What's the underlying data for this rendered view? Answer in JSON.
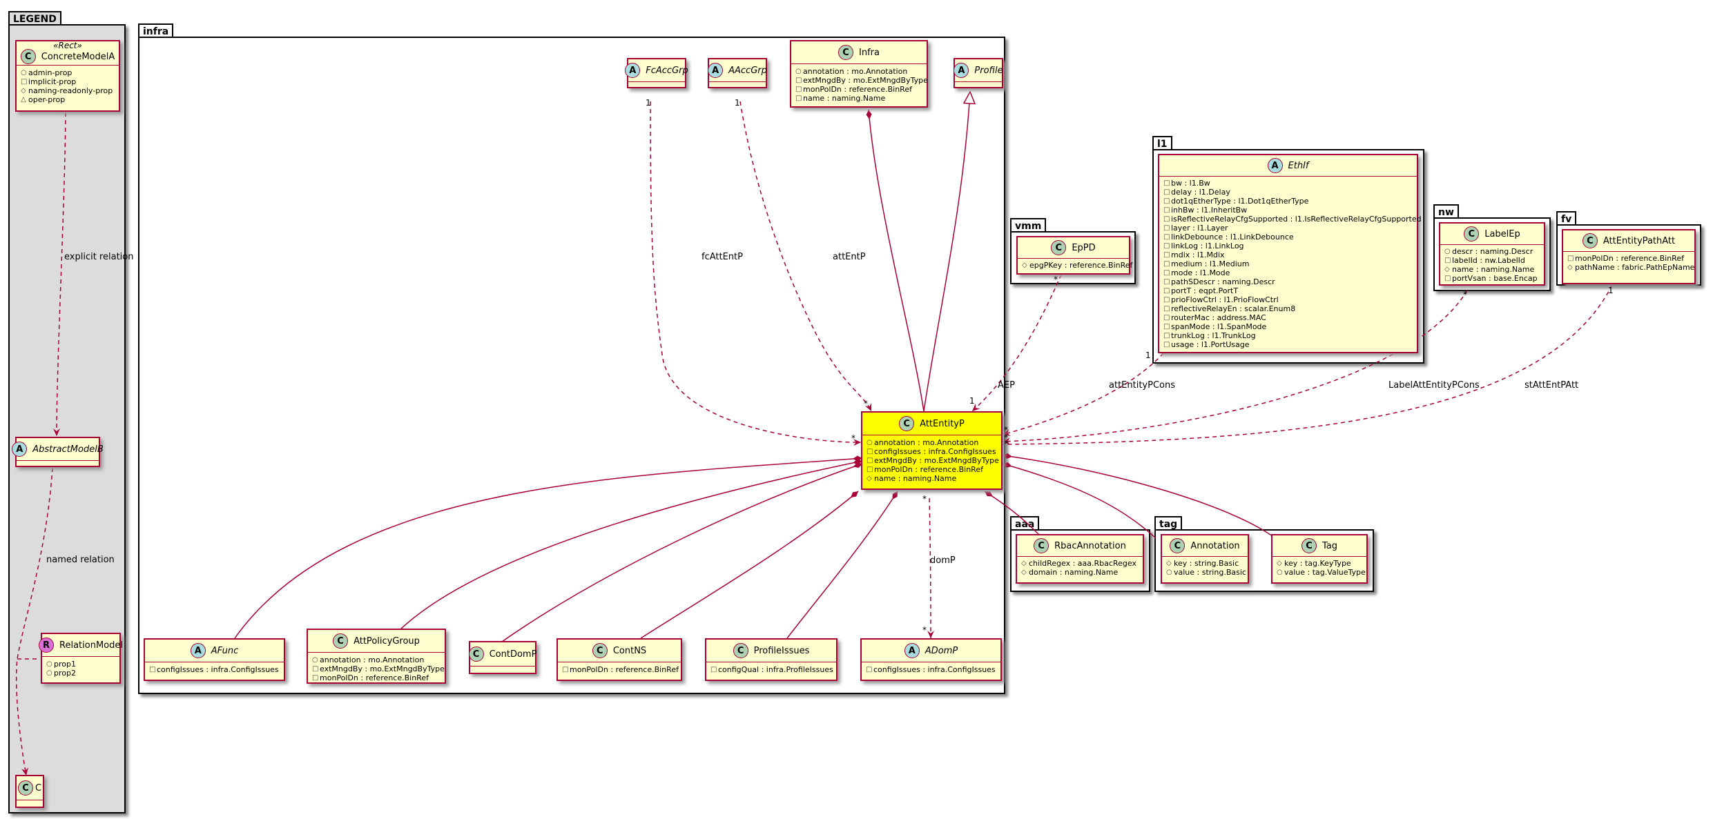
{
  "packages": {
    "legend": "LEGEND",
    "infra": "infra",
    "vmm": "vmm",
    "l1": "l1",
    "nw": "nw",
    "fv": "fv",
    "aaa": "aaa",
    "tag": "tag"
  },
  "legend": {
    "stereotype": "«Rect»",
    "concrete": {
      "name": "ConcreteModelA",
      "attrs": [
        "admin-prop",
        "implicit-prop",
        "naming-readonly-prop",
        "oper-prop"
      ]
    },
    "abstract": {
      "name": "AbstractModelB"
    },
    "relation": {
      "name": "RelationModel",
      "attrs": [
        "prop1",
        "prop2"
      ]
    },
    "c": {
      "name": "C"
    },
    "explicit_label": "explicit relation",
    "named_label": "named relation"
  },
  "classes": {
    "fcaccgrp": {
      "name": "FcAccGrp"
    },
    "aaccgrp": {
      "name": "AAccGrp"
    },
    "infra": {
      "name": "Infra",
      "attrs": [
        "annotation : mo.Annotation",
        "extMngdBy : mo.ExtMngdByType",
        "monPolDn : reference.BinRef",
        "name : naming.Name"
      ]
    },
    "profile": {
      "name": "Profile"
    },
    "attentityp": {
      "name": "AttEntityP",
      "attrs": [
        "annotation : mo.Annotation",
        "configIssues : infra.ConfigIssues",
        "extMngdBy : mo.ExtMngdByType",
        "monPolDn : reference.BinRef",
        "name : naming.Name"
      ]
    },
    "afunc": {
      "name": "AFunc",
      "attrs": [
        "configIssues : infra.ConfigIssues"
      ]
    },
    "attpolicygroup": {
      "name": "AttPolicyGroup",
      "attrs": [
        "annotation : mo.Annotation",
        "extMngdBy : mo.ExtMngdByType",
        "monPolDn : reference.BinRef"
      ]
    },
    "contdomp": {
      "name": "ContDomP"
    },
    "contns": {
      "name": "ContNS",
      "attrs": [
        "monPolDn : reference.BinRef"
      ]
    },
    "profileissues": {
      "name": "ProfileIssues",
      "attrs": [
        "configQual : infra.ProfileIssues"
      ]
    },
    "adomp": {
      "name": "ADomP",
      "attrs": [
        "configIssues : infra.ConfigIssues"
      ]
    },
    "eppd": {
      "name": "EpPD",
      "attrs": [
        "epgPKey : reference.BinRef"
      ]
    },
    "ethif": {
      "name": "EthIf",
      "attrs": [
        "bw : l1.Bw",
        "delay : l1.Delay",
        "dot1qEtherType : l1.Dot1qEtherType",
        "inhBw : l1.InheritBw",
        "isReflectiveRelayCfgSupported : l1.IsReflectiveRelayCfgSupported",
        "layer : l1.Layer",
        "linkDebounce : l1.LinkDebounce",
        "linkLog : l1.LinkLog",
        "mdix : l1.Mdix",
        "medium : l1.Medium",
        "mode : l1.Mode",
        "pathSDescr : naming.Descr",
        "portT : eqpt.PortT",
        "prioFlowCtrl : l1.PrioFlowCtrl",
        "reflectiveRelayEn : scalar.Enum8",
        "routerMac : address.MAC",
        "spanMode : l1.SpanMode",
        "trunkLog : l1.TrunkLog",
        "usage : l1.PortUsage"
      ]
    },
    "labelep": {
      "name": "LabelEp",
      "attrs": [
        "descr : naming.Descr",
        "labelId : nw.LabelId",
        "name : naming.Name",
        "portVsan : base.Encap"
      ]
    },
    "attentitypathatt": {
      "name": "AttEntityPathAtt",
      "attrs": [
        "monPolDn : reference.BinRef",
        "pathName : fabric.PathEpName"
      ]
    },
    "rbacannotation": {
      "name": "RbacAnnotation",
      "attrs": [
        "childRegex : aaa.RbacRegex",
        "domain : naming.Name"
      ]
    },
    "annotation": {
      "name": "Annotation",
      "attrs": [
        "key : string.Basic",
        "value : string.Basic"
      ]
    },
    "tag": {
      "name": "Tag",
      "attrs": [
        "key : tag.KeyType",
        "value : tag.ValueType"
      ]
    }
  },
  "relations": {
    "fcattentp": "fcAttEntP",
    "attentp": "attEntP",
    "aep": "AEP",
    "attentitypcons": "attEntityPCons",
    "labelattentitypcons": "LabelAttEntityPCons",
    "statentpatt": "stAttEntPAtt",
    "domp": "domP"
  },
  "multiplicities": {
    "one": "1",
    "many": "*"
  }
}
